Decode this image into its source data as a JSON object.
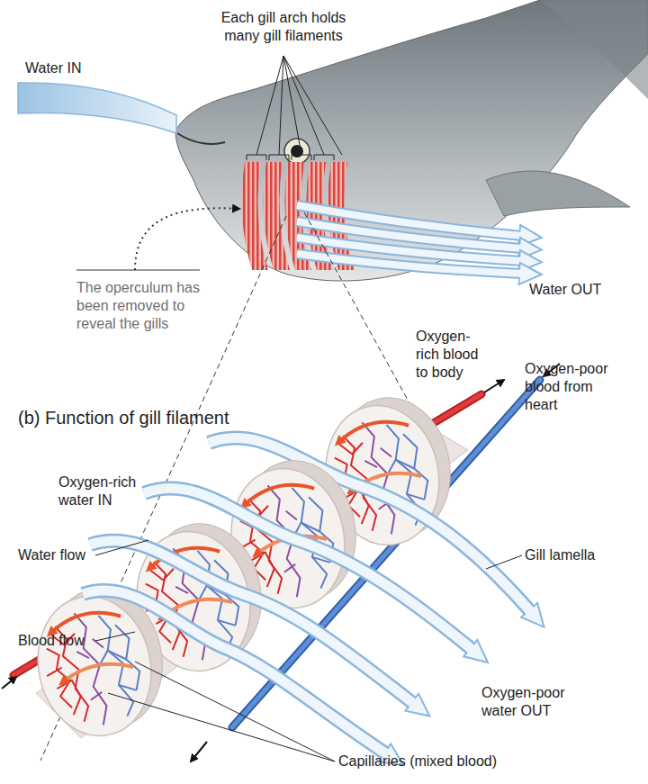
{
  "diagram": {
    "labels": [
      "Each gill arch holds many gill filaments",
      "Water IN",
      "The operculum has been removed to reveal the gills",
      "Water OUT",
      "Oxygen-rich blood to body",
      "Oxygen-poor blood from heart",
      "(b) Function of gill filament",
      "Oxygen-rich water IN",
      "Water flow",
      "Gill lamella",
      "Blood flow",
      "Oxygen-poor water OUT",
      "Capillaries (mixed blood)"
    ]
  }
}
